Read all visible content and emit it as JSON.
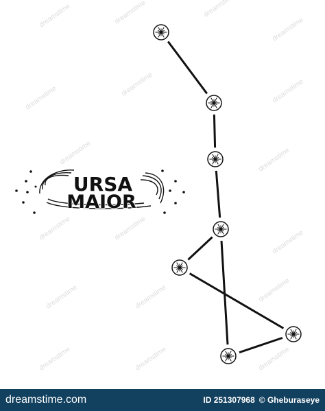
{
  "title_line1": "URSA",
  "title_line2": "MAIOR",
  "colors": {
    "ink": "#111111",
    "background": "#ffffff",
    "footer": "#12405f",
    "footer_text": "#ffffff"
  },
  "stars": [
    {
      "name": "star-1",
      "icon": "star-burst-icon"
    },
    {
      "name": "star-2",
      "icon": "star-burst-icon"
    },
    {
      "name": "star-3",
      "icon": "star-burst-icon"
    },
    {
      "name": "star-4",
      "icon": "star-burst-icon"
    },
    {
      "name": "star-5",
      "icon": "star-burst-icon"
    },
    {
      "name": "star-6",
      "icon": "star-burst-icon"
    },
    {
      "name": "star-7",
      "icon": "star-burst-icon"
    }
  ],
  "links": [
    [
      0,
      1
    ],
    [
      1,
      2
    ],
    [
      2,
      3
    ],
    [
      3,
      4
    ],
    [
      4,
      5
    ],
    [
      5,
      6
    ],
    [
      6,
      3
    ]
  ],
  "footer": {
    "brand_prefix": "dreamstime",
    "brand_suffix": ".com",
    "id_label": "ID 251307968",
    "author": "© Gheburaseye"
  },
  "watermark_text": "dreamstime"
}
